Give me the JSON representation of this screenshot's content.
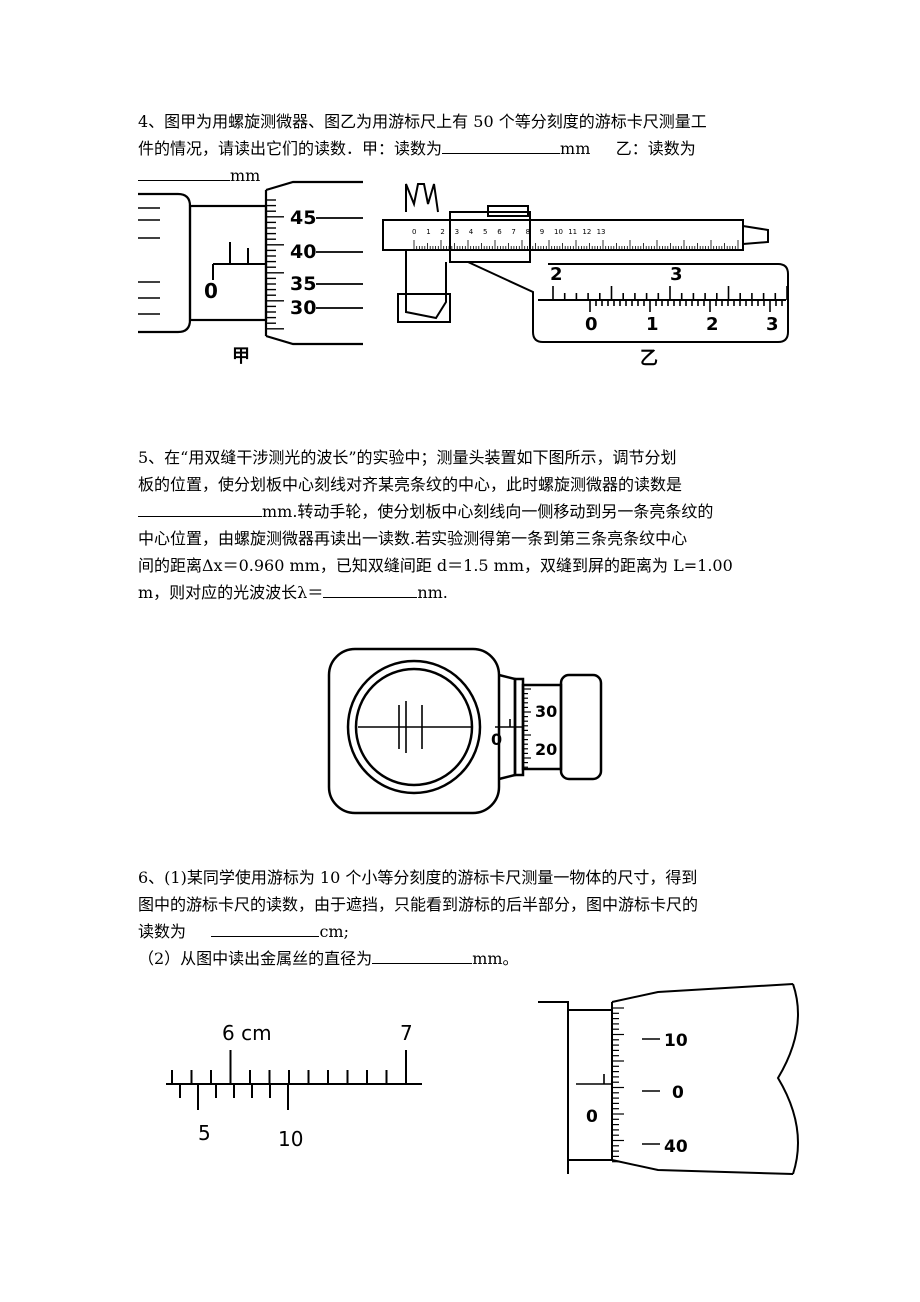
{
  "q4": {
    "line1": "4、图甲为用螺旋测微器、图乙为用游标尺上有 50 个等分刻度的游标卡尺测量工",
    "line2_a": "件的情况，请读出它们的读数．甲：读数为",
    "line2_unit1": "mm",
    "line2_b": "乙：读数为",
    "line3_unit": "mm",
    "fig_jia": {
      "caption": "甲",
      "zero": "0",
      "ticks": [
        "45",
        "40",
        "35",
        "30"
      ]
    },
    "fig_yi": {
      "caption": "乙",
      "main_labels": [
        "2",
        "3"
      ],
      "vernier_labels": [
        "0",
        "1",
        "2",
        "3"
      ],
      "body_scale": [
        "0",
        "1",
        "2",
        "3",
        "4",
        "5",
        "6",
        "7",
        "8",
        "9",
        "10",
        "11",
        "12",
        "13"
      ]
    }
  },
  "q5": {
    "line1": "5、在“用双缝干涉测光的波长”的实验中；测量头装置如下图所示，调节分划",
    "line2": "板的位置，使分划板中心刻线对齐某亮条纹的中心，此时螺旋测微器的读数是",
    "line3_b": "mm.转动手轮，使分划板中心刻线向一侧移动到另一条亮条纹的",
    "line4": "中心位置，由螺旋测微器再读出一读数.若实验测得第一条到第三条亮条纹中心",
    "line5": "间的距离Δx＝0.960 mm，已知双缝间距 d＝1.5 mm，双缝到屏的距离为 L=1.00",
    "line6_a": "m，则对应的光波波长λ＝",
    "line6_unit": "nm.",
    "fig": {
      "zero": "0",
      "ticks": [
        "30",
        "20"
      ]
    }
  },
  "q6": {
    "line1": "6、(1)某同学使用游标为 10 个小等分刻度的游标卡尺测量一物体的尺寸，得到",
    "line2": "图中的游标卡尺的读数，由于遮挡，只能看到游标的后半部分，图中游标卡尺的",
    "line3_a": "读数为",
    "line3_unit": "cm;",
    "line4_a": "（2）从图中读出金属丝的直径为",
    "line4_unit": "mm。",
    "fig_caliper": {
      "label_6cm": "6 cm",
      "label_7": "7",
      "label_5": "5",
      "label_10": "10"
    },
    "fig_micro": {
      "zero": "0",
      "ticks": [
        "10",
        "0",
        "40"
      ]
    }
  }
}
